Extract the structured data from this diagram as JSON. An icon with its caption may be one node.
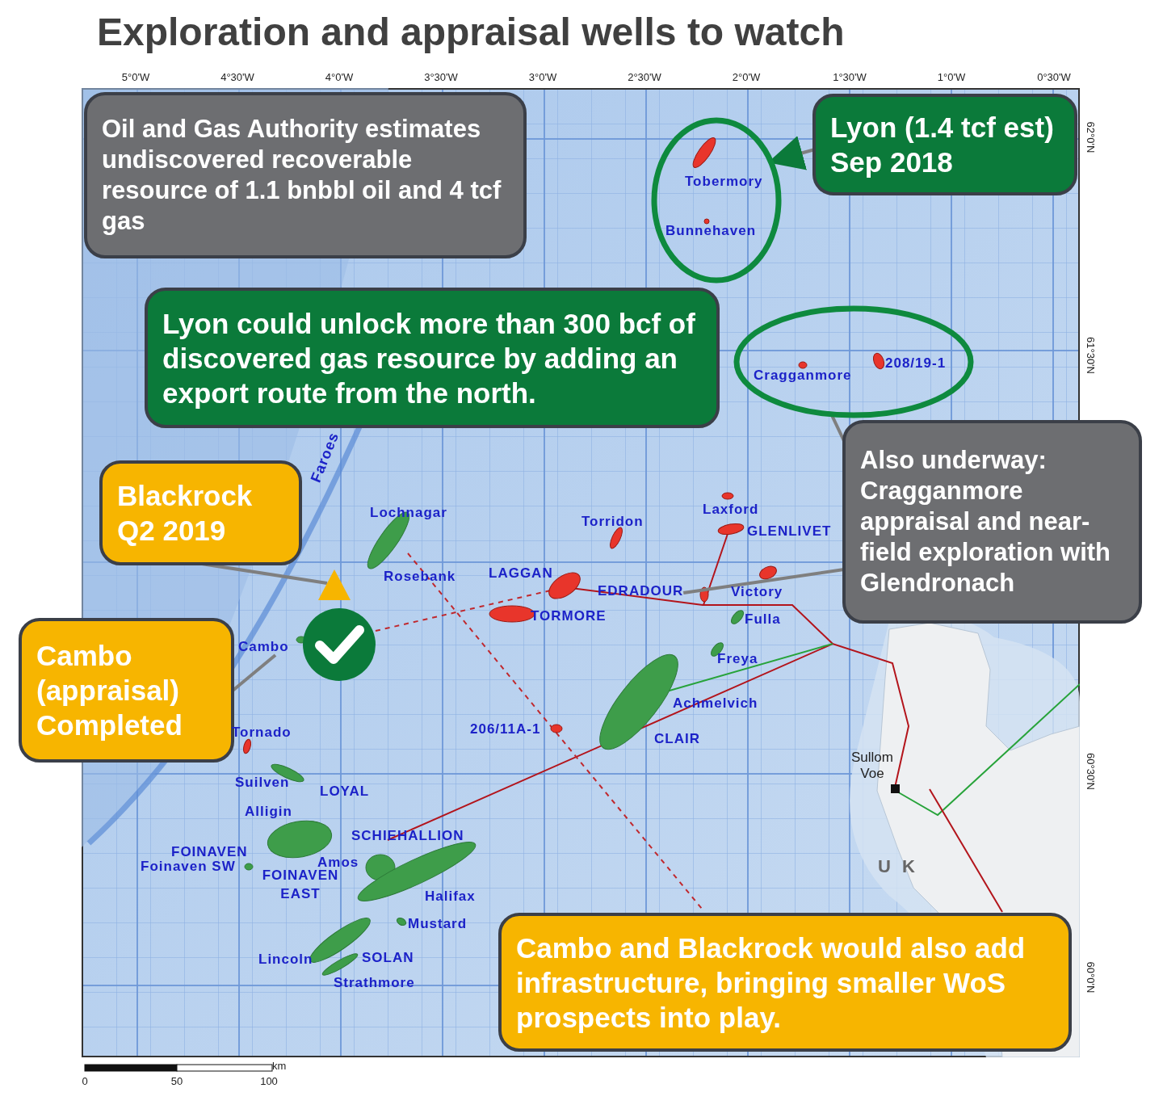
{
  "diagram": {
    "title": "Exploration and appraisal wells to watch",
    "nodes": [
      {
        "text": [
          "Oil and Gas Authority estimates undiscovered recoverable resource of 1.1 bnbbl oil and 4 tcf gas"
        ]
      },
      {
        "text": [
          "Tobermory",
          "Bunnehaven"
        ]
      },
      {
        "text": [
          "Lyon (1.4 tcf est)",
          "Sep 2018"
        ]
      },
      {
        "text": [
          "Lyon could unlock more than 300 bcf of discovered gas resource by adding an export route from the north."
        ]
      },
      {
        "text": [
          "Cragganmore",
          "208/19-1"
        ]
      },
      {
        "text": [
          "Blackrock Q2 2019"
        ]
      },
      {
        "text": [],
        "shape": "triangle"
      },
      {
        "text": [
          "Also underway: Cragganmore appraisal and near-field exploration with Glendronach"
        ]
      },
      {
        "text": [
          "EDRADOUR"
        ]
      },
      {
        "text": [
          "Cambo"
        ]
      },
      {
        "text": [
          "Cambo (appraisal) Completed"
        ]
      },
      {
        "text": [
          "Cambo and Blackrock would also add infrastructure, bringing smaller WoS prospects into play."
        ]
      }
    ],
    "edges": [
      {
        "from": 2,
        "to": 1,
        "arrow": "to"
      },
      {
        "from": 5,
        "to": 6,
        "arrow": "none"
      },
      {
        "from": 7,
        "to": 4,
        "arrow": "none"
      },
      {
        "from": 7,
        "to": 8,
        "arrow": "none"
      },
      {
        "from": 10,
        "to": 9,
        "arrow": "none"
      }
    ],
    "labels": [
      "5°0'W",
      "4°30'W",
      "4°0'W",
      "3°30'W",
      "3°0'W",
      "2°30'W",
      "2°0'W",
      "1°30'W",
      "1°0'W",
      "0°30'W",
      "62°0'N",
      "61°30'N",
      "60°30'N",
      "60°0'N",
      "Faroes",
      "Lochnagar",
      "Torridon",
      "Laxford",
      "GLENLIVET",
      "Rosebank",
      "LAGGAN",
      "Victory",
      "TORMORE",
      "Fulla",
      "Freya",
      "Achmelvich",
      "206/11A-1",
      "CLAIR",
      "Tornado",
      "Sullom Voe",
      "Suilven",
      "LOYAL",
      "Alligin",
      "SCHIEHALLION",
      "FOINAVEN",
      "Foinaven SW",
      "Amos",
      "FOINAVEN EAST",
      "U K",
      "Halifax",
      "Mustard",
      "Lincoln",
      "SOLAN",
      "Strathmore",
      "km",
      "0",
      "50",
      "100"
    ]
  }
}
